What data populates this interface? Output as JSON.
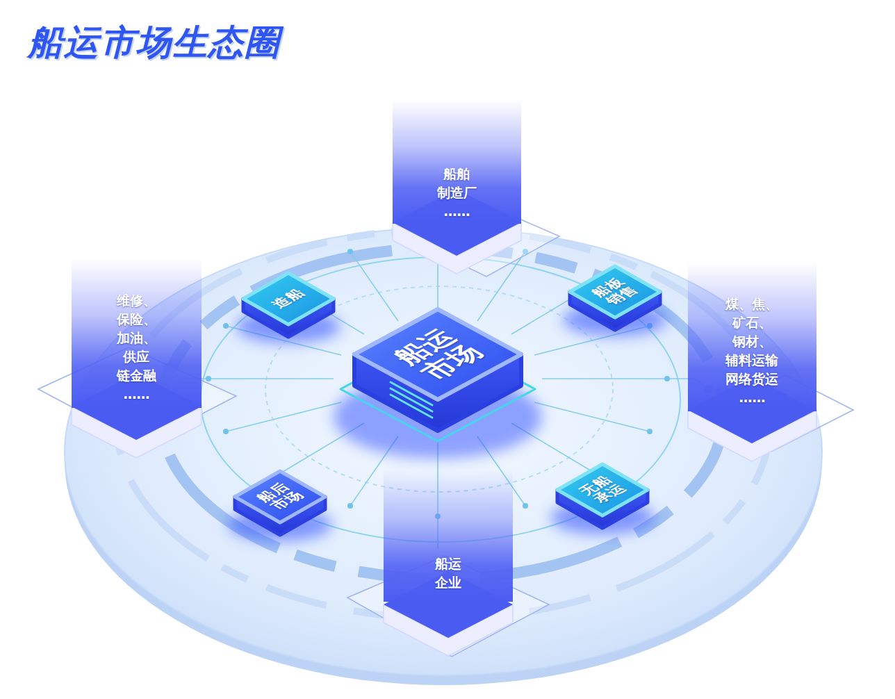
{
  "diagram": {
    "title": "船运市场生态圈",
    "nodes": [
      {
        "text": [
          "船舶 制造厂",
          "……"
        ]
      },
      {
        "text": [
          "造船"
        ]
      },
      {
        "text": [
          "船板 销售"
        ]
      },
      {
        "text": [
          "维修、 保险、 加油、 供应 链金融",
          "……"
        ]
      },
      {
        "text": [
          "船运 市场"
        ]
      },
      {
        "text": [
          "煤、焦、 矿石、 钢材、 辅料运输 网络货运",
          "……"
        ]
      },
      {
        "text": [
          "船后 市场"
        ]
      },
      {
        "text": [
          "无船 承运"
        ]
      },
      {
        "text": [
          "船运 企业"
        ]
      }
    ]
  }
}
